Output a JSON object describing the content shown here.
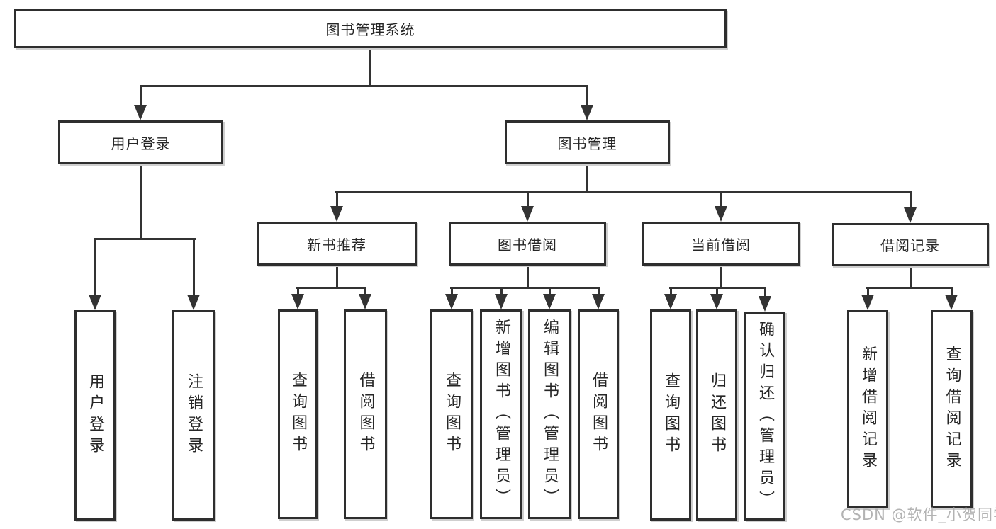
{
  "tree": {
    "label": "图书管理系统",
    "children": [
      {
        "label": "用户登录",
        "children": [
          {
            "label": "用户登录"
          },
          {
            "label": "注销登录"
          }
        ]
      },
      {
        "label": "图书管理",
        "children": [
          {
            "label": "新书推荐",
            "children": [
              {
                "label": "查询图书"
              },
              {
                "label": "借阅图书"
              }
            ]
          },
          {
            "label": "图书借阅",
            "children": [
              {
                "label": "查询图书"
              },
              {
                "label": "新增图书（管理员）"
              },
              {
                "label": "编辑图书（管理员）"
              },
              {
                "label": "借阅图书"
              }
            ]
          },
          {
            "label": "当前借阅",
            "children": [
              {
                "label": "查询图书"
              },
              {
                "label": "归还图书"
              },
              {
                "label": "确认归还（管理员）"
              }
            ]
          },
          {
            "label": "借阅记录",
            "children": [
              {
                "label": "新增借阅记录"
              },
              {
                "label": "查询借阅记录"
              }
            ]
          }
        ]
      }
    ]
  },
  "watermark": {
    "text": "CSDN @软件_小贺同学"
  },
  "colors": {
    "line": "#333333",
    "box_border": "#2e2e2e",
    "background": "#ffffff",
    "text": "#262626",
    "watermark": "#b3b3b3"
  }
}
